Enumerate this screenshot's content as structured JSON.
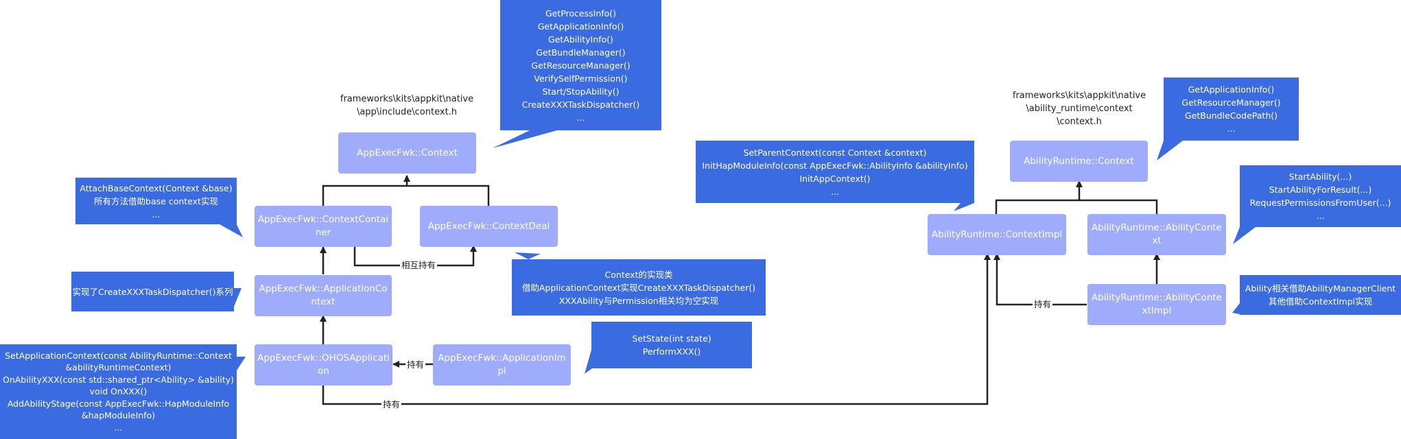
{
  "paths": {
    "appkit_context": [
      "frameworks\\kits\\appkit\\native",
      "\\app\\include\\context.h"
    ],
    "runtime_context": [
      "frameworks\\kits\\appkit\\native",
      "\\ability_runtime\\context",
      "\\context.h"
    ]
  },
  "nodes": {
    "appexec_context": "AppExecFwk::Context",
    "context_container": "AppExecFwk::ContextContainer",
    "context_deal": "AppExecFwk::ContextDeal",
    "application_context": "AppExecFwk::ApplicationContext",
    "ohos_application": "AppExecFwk::OHOSApplication",
    "application_impl": "AppExecFwk::ApplicationImpl",
    "runtime_context": "AbilityRuntime::Context",
    "runtime_context_impl": "AbilityRuntime::ContextImpl",
    "runtime_ability_context": "AbilityRuntime::AbilityContext",
    "runtime_ability_context_impl": "AbilityRuntime::AbilityContextImpl"
  },
  "edge_labels": {
    "mutual_hold": "相互持有",
    "hold_impl": "持有",
    "hold_bottom": "持有",
    "hold_right": "持有"
  },
  "notes": {
    "context_methods": [
      "GetProcessInfo()",
      "GetApplicationInfo()",
      "GetAbilityInfo()",
      "GetBundleManager()",
      "GetResourceManager()",
      "VerifySelfPermission()",
      "Start/StopAbility()",
      "CreateXXXTaskDispatcher()",
      "..."
    ],
    "attach_base": [
      "AttachBaseContext(Context &base)",
      "所有方法借助base context实现",
      "..."
    ],
    "app_context_impl": [
      "实现了CreateXXXTaskDispatcher()系列"
    ],
    "context_deal_desc": [
      "Context的实现类",
      "借助ApplicationContext实现CreateXXXTaskDispatcher()",
      "XXXAbility与Permission相关均为空实现"
    ],
    "ohos_app_methods": [
      "SetApplicationContext(const AbilityRuntime::Context",
      "&abilityRuntimeContext)",
      "OnAbilityXXX(const std::shared_ptr<Ability> &ability)",
      "void OnXXX()",
      "AddAbilityStage(const AppExecFwk::HapModuleInfo",
      "&hapModuleInfo)",
      "..."
    ],
    "app_impl_methods": [
      "SetState(int state)",
      "PerformXXX()"
    ],
    "context_impl_methods": [
      "SetParentContext(const Context &context)",
      "InitHapModuleInfo(const AppExecFwk::AbilityInfo &abilityInfo)",
      "InitAppContext()",
      "..."
    ],
    "runtime_context_methods": [
      "GetApplicationInfo()",
      "GetResourceManager()",
      "GetBundleCodePath()",
      "..."
    ],
    "ability_context_methods": [
      "StartAbility(...)",
      "StartAbilityForResult(...)",
      "RequestPermissionsFromUser(...)",
      "..."
    ],
    "ability_context_impl_desc": [
      "Ability相关借助AbilityManagerClient",
      "其他借助ContextImpl实现"
    ]
  },
  "colors": {
    "node_fill": "#9eacfb",
    "note_fill": "#3b6be0",
    "line": "#222222",
    "background": "#ffffff"
  }
}
